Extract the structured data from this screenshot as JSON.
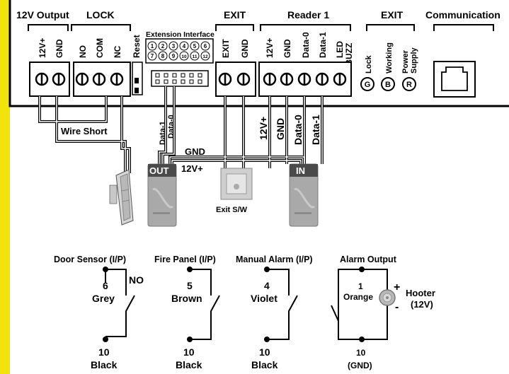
{
  "colors": {
    "border": "#f2e40a",
    "panel": "#000000",
    "wire_white": "#ffffff",
    "reader_fill": "#a9a9a9"
  },
  "header": {
    "output_12v": "12V Output",
    "lock": "LOCK",
    "exit_1": "EXIT",
    "reader_1": "Reader 1",
    "exit_2": "EXIT",
    "communication": "Communication"
  },
  "terminals": {
    "v12": "12V+",
    "gnd": "GND",
    "no": "NO",
    "com": "COM",
    "nc": "NC",
    "reset": "Reset",
    "exit": "EXIT",
    "exit_gnd": "GND",
    "r_v12": "12V+",
    "r_gnd": "GND",
    "r_d0": "Data-0",
    "r_d1": "Data-1",
    "r_led": "LED",
    "r_buzz": "/BUZZ"
  },
  "extension": {
    "title": "Extension Interface",
    "row1": [
      "1",
      "2",
      "3",
      "4",
      "5",
      "6"
    ],
    "row2": [
      "7",
      "8",
      "9",
      "10",
      "11",
      "12"
    ]
  },
  "leds": [
    {
      "label": "Lock",
      "letter": "G"
    },
    {
      "label": "Working",
      "letter": "B"
    },
    {
      "label_line1": "Power",
      "label_line2": "Supply",
      "letter": "R"
    }
  ],
  "wiring": {
    "wire_short": "Wire Short",
    "out_data1": "Data-1",
    "out_data0": "Data-0",
    "gnd": "GND",
    "v12": "12V+",
    "in_v12": "12V+",
    "in_gnd": "GND",
    "in_data0": "Data-0",
    "in_data1": "Data-1",
    "out_label": "OUT",
    "in_label": "IN",
    "exit_sw": "Exit S/W"
  },
  "inputs": [
    {
      "title": "Door Sensor (I/P)",
      "pin": "6",
      "color": "Grey",
      "note": "NO",
      "bottom_pin": "10",
      "bottom_color": "Black"
    },
    {
      "title": "Fire Panel (I/P)",
      "pin": "5",
      "color": "Brown",
      "bottom_pin": "10",
      "bottom_color": "Black"
    },
    {
      "title": "Manual Alarm (I/P)",
      "pin": "4",
      "color": "Violet",
      "bottom_pin": "10",
      "bottom_color": "Black"
    },
    {
      "title": "Alarm Output",
      "pin": "1",
      "color": "Orange",
      "bottom_pin": "10",
      "bottom_color": "(GND)"
    }
  ],
  "hooter": {
    "label": "Hooter",
    "voltage": "(12V)",
    "plus": "+",
    "minus": "-"
  }
}
